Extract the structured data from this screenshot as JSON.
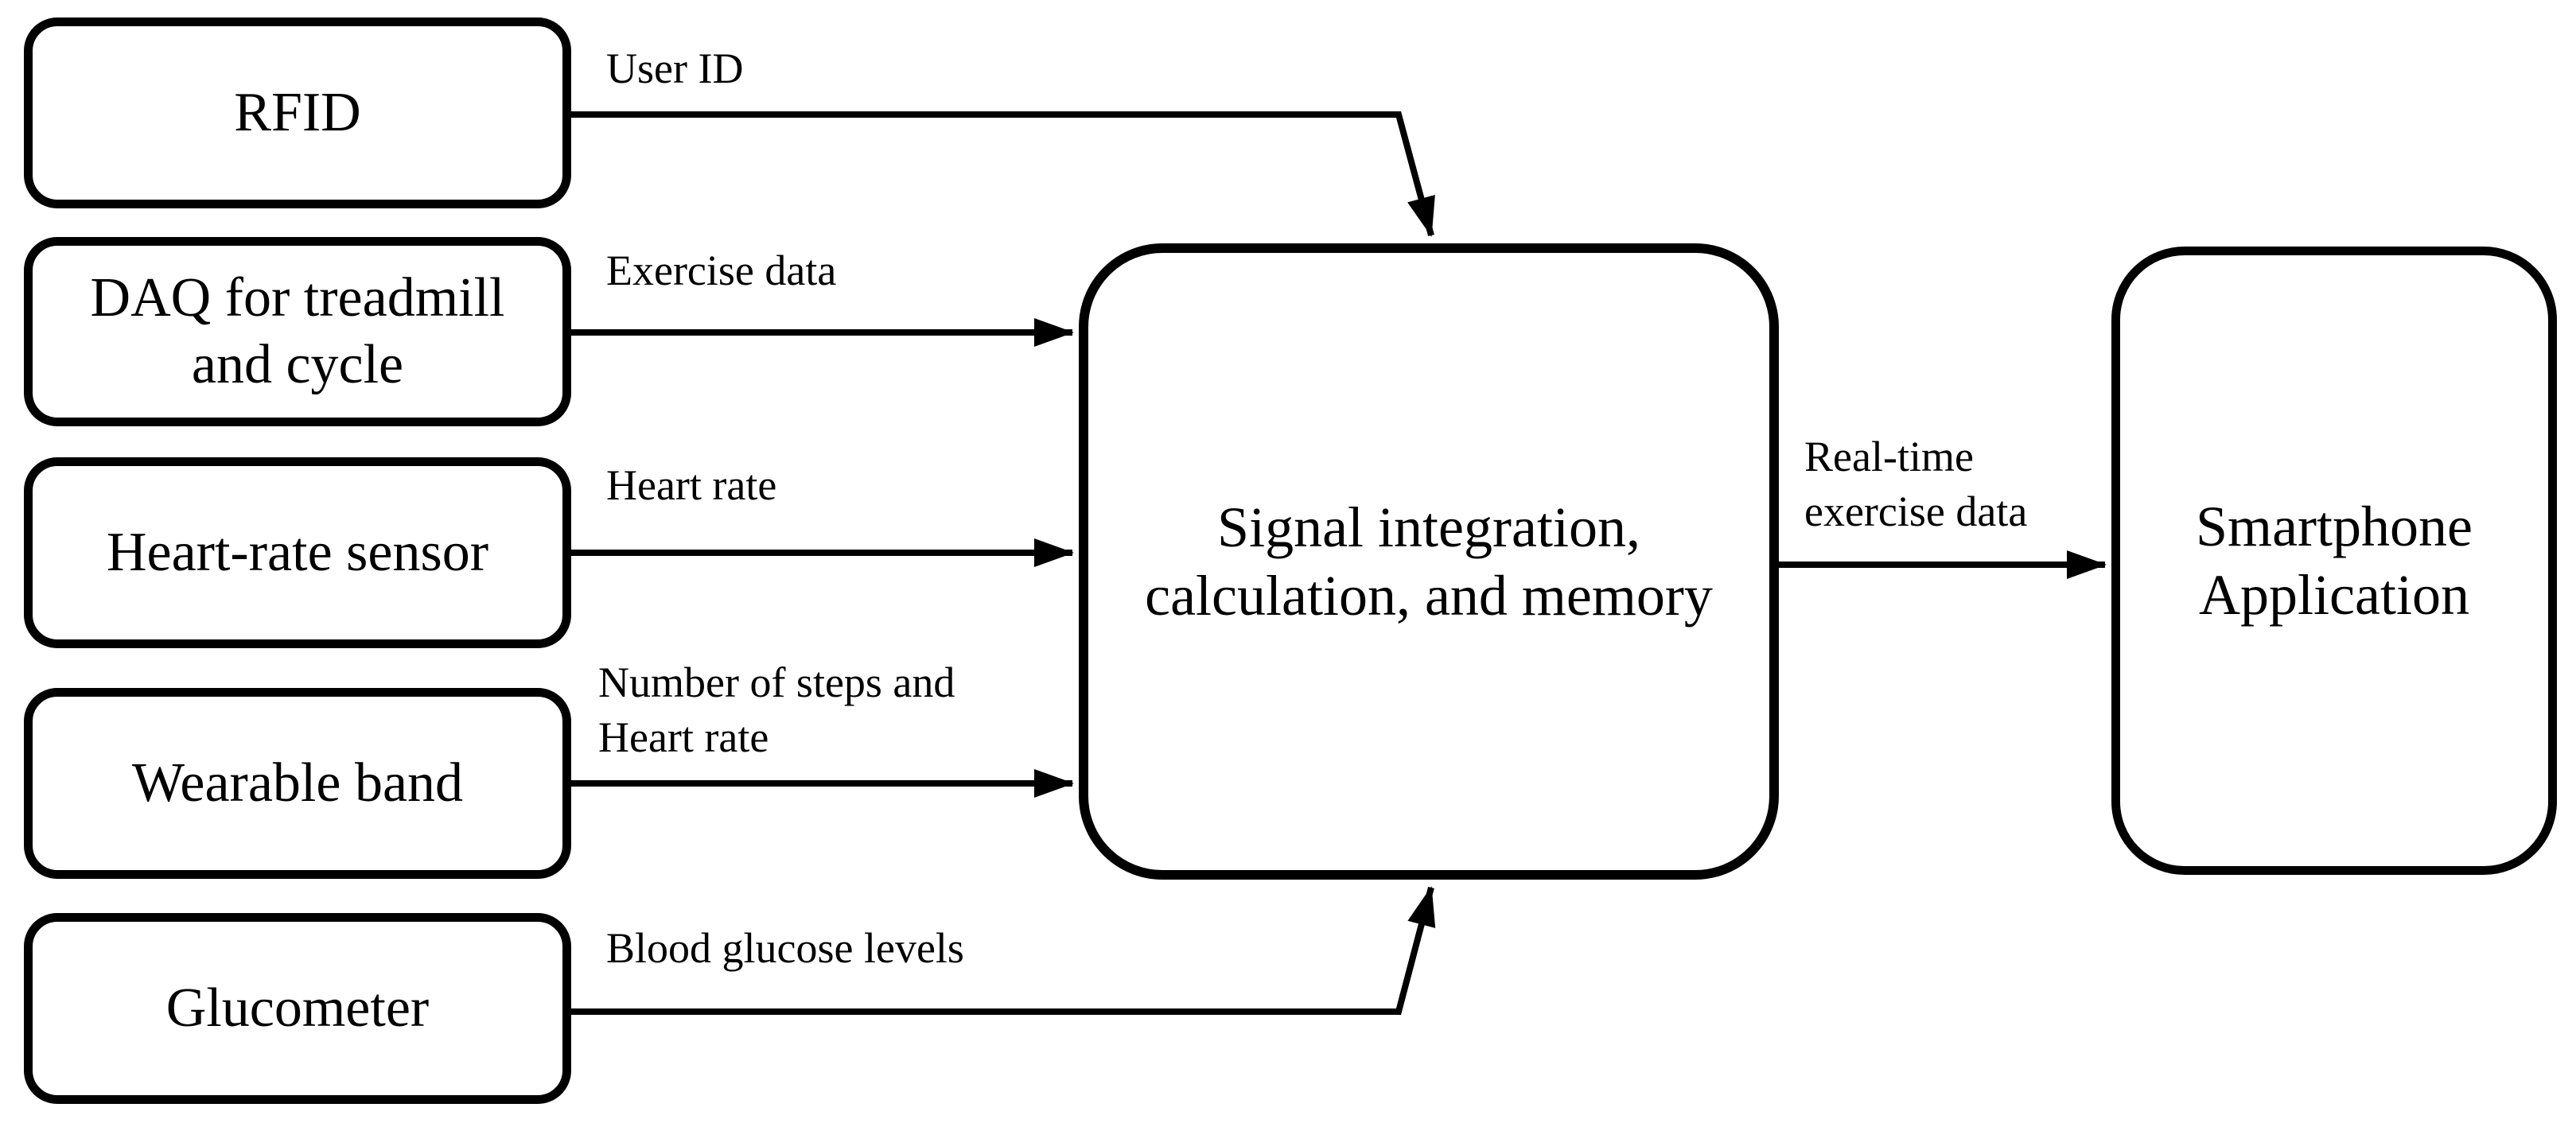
{
  "colors": {
    "line": "#000000",
    "background": "#ffffff",
    "text": "#000000"
  },
  "nodes": {
    "rfid": {
      "label": "RFID"
    },
    "daq": {
      "label": "DAQ for treadmill\nand cycle"
    },
    "heart_rate_sensor": {
      "label": "Heart-rate sensor"
    },
    "wearable_band": {
      "label": "Wearable band"
    },
    "glucometer": {
      "label": "Glucometer"
    },
    "signal_integration": {
      "label": "Signal integration,\ncalculation, and memory"
    },
    "smartphone_application": {
      "label": "Smartphone\nApplication"
    }
  },
  "edges": {
    "user_id": {
      "label": "User ID",
      "from": "rfid",
      "to": "signal_integration"
    },
    "exercise_data": {
      "label": "Exercise data",
      "from": "daq",
      "to": "signal_integration"
    },
    "heart_rate": {
      "label": "Heart rate",
      "from": "heart_rate_sensor",
      "to": "signal_integration"
    },
    "steps_and_heart_rate": {
      "label": "Number of steps and\nHeart rate",
      "from": "wearable_band",
      "to": "signal_integration"
    },
    "blood_glucose": {
      "label": "Blood glucose levels",
      "from": "glucometer",
      "to": "signal_integration"
    },
    "real_time_exercise_data": {
      "label": "Real-time\nexercise data",
      "from": "signal_integration",
      "to": "smartphone_application"
    }
  }
}
